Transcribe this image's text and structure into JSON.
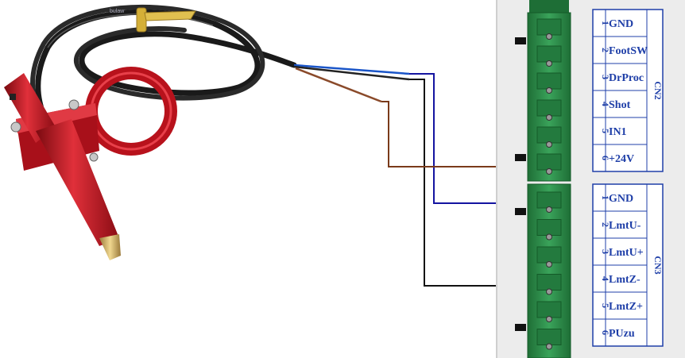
{
  "cable": {
    "brand_text": "bulaw"
  },
  "connectors": [
    {
      "name": "CN2",
      "pins": [
        {
          "num": "1",
          "label": "GND"
        },
        {
          "num": "2",
          "label": "FootSW"
        },
        {
          "num": "3",
          "label": "DrProc"
        },
        {
          "num": "4",
          "label": "Shot"
        },
        {
          "num": "5",
          "label": "IN1"
        },
        {
          "num": "6",
          "label": "+24V"
        }
      ]
    },
    {
      "name": "CN3",
      "pins": [
        {
          "num": "1",
          "label": "GND"
        },
        {
          "num": "2",
          "label": "LmtU-"
        },
        {
          "num": "3",
          "label": "LmtU+"
        },
        {
          "num": "4",
          "label": "LmtZ-"
        },
        {
          "num": "5",
          "label": "LmtZ+"
        },
        {
          "num": "6",
          "label": "PUzu"
        }
      ]
    }
  ],
  "colors": {
    "wire_blue": "#1414a0",
    "wire_brown": "#7a3a1a",
    "wire_black": "#111111",
    "terminal_green": "#2e8b4a",
    "label_blue": "#1f3fa8",
    "sensor_red": "#c0141e"
  }
}
